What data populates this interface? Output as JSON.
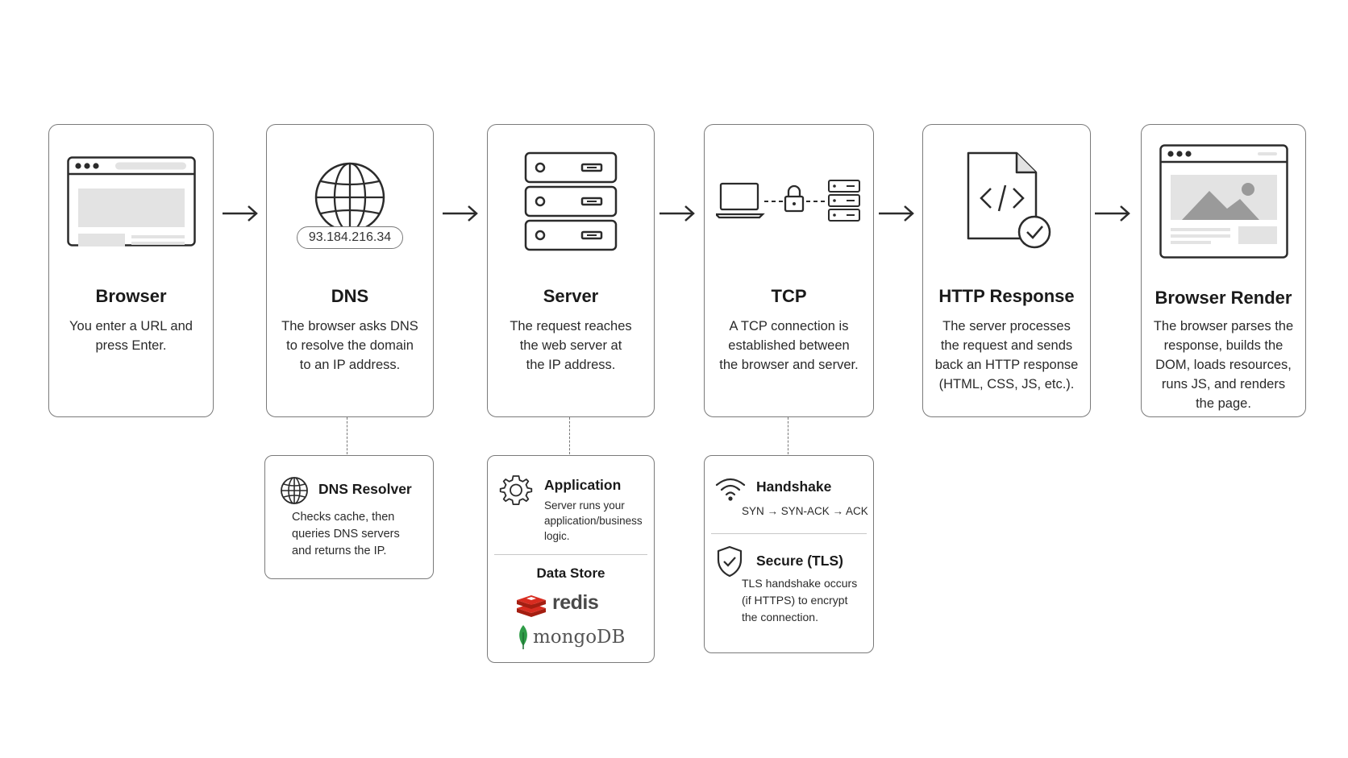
{
  "steps": [
    {
      "title": "Browser",
      "desc": [
        "You enter a URL and",
        "press Enter."
      ]
    },
    {
      "title": "DNS",
      "ip": "93.184.216.34",
      "desc": [
        "The browser asks DNS",
        "to resolve the domain",
        "to an IP address."
      ]
    },
    {
      "title": "Server",
      "desc": [
        "The request reaches",
        "the web server at",
        "the IP address."
      ]
    },
    {
      "title": "TCP",
      "desc": [
        "A TCP connection is",
        "established between",
        "the browser and server."
      ]
    },
    {
      "title": "HTTP Response",
      "desc": [
        "The server processes",
        "the request and sends",
        "back an HTTP response",
        "(HTML, CSS, JS, etc.)."
      ]
    },
    {
      "title": "Browser Render",
      "desc": [
        "The browser parses the",
        "response, builds the",
        "DOM, loads resources,",
        "runs JS, and renders",
        "the page."
      ]
    }
  ],
  "dns_resolver": {
    "title": "DNS Resolver",
    "desc": [
      "Checks cache, then",
      "queries DNS servers",
      "and returns the IP."
    ]
  },
  "server_detail": {
    "app_title": "Application",
    "app_desc": [
      "Server runs your",
      "application/business",
      "logic."
    ],
    "store_title": "Data Store",
    "logos": [
      "redis",
      "mongoDB"
    ]
  },
  "tcp_detail": {
    "handshake_title": "Handshake",
    "handshake_desc": "SYN → SYN-ACK → ACK",
    "tls_title": "Secure (TLS)",
    "tls_desc": [
      "TLS handshake occurs",
      "(if HTTPS) to encrypt",
      "the connection."
    ]
  },
  "colors": {
    "stroke": "#2b2b2b",
    "border": "#7a7a7a",
    "placeholder": "#e3e3e3",
    "redis": "#d82c20",
    "mongo_leaf": "#2e9c47"
  }
}
